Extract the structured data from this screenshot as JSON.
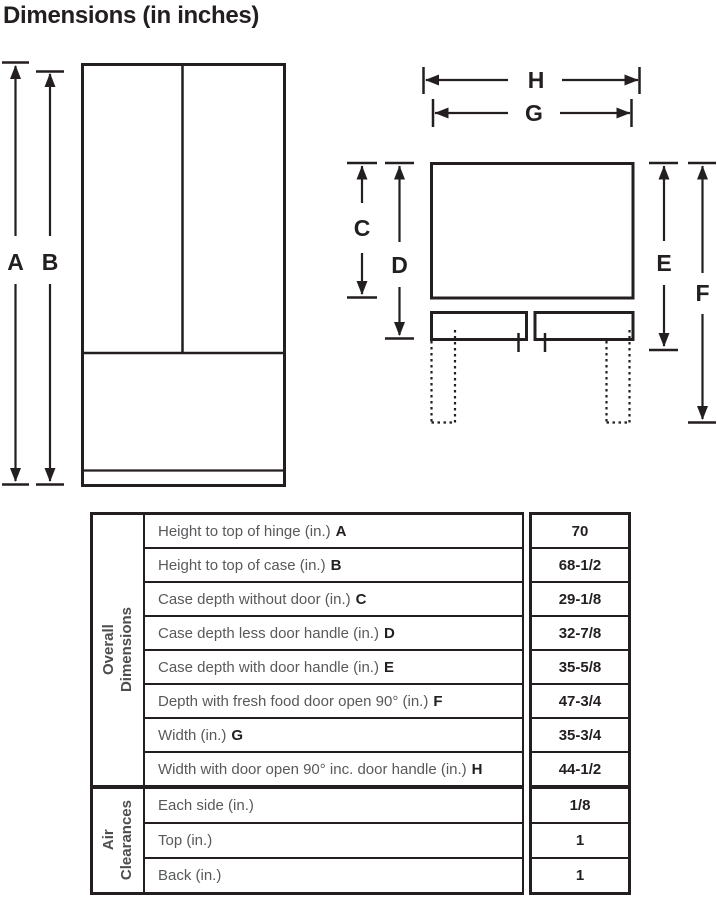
{
  "title": "Dimensions (in inches)",
  "diagram": {
    "front_view": {
      "label_a": "A",
      "label_b": "B"
    },
    "top_view": {
      "label_c": "C",
      "label_d": "D",
      "label_e": "E",
      "label_f": "F",
      "label_g": "G",
      "label_h": "H"
    }
  },
  "table": {
    "sections": [
      {
        "header": "Overall\nDimensions",
        "rows": [
          {
            "label": "Height to top of hinge (in.)",
            "letter": "A",
            "value": "70"
          },
          {
            "label": "Height to top of case (in.)",
            "letter": "B",
            "value": "68-1/2"
          },
          {
            "label": "Case depth without door (in.)",
            "letter": "C",
            "value": "29-1/8"
          },
          {
            "label": "Case depth less door handle (in.)",
            "letter": "D",
            "value": "32-7/8"
          },
          {
            "label": "Case depth with door handle (in.)",
            "letter": "E",
            "value": "35-5/8"
          },
          {
            "label": "Depth with fresh food door open 90° (in.)",
            "letter": "F",
            "value": "47-3/4"
          },
          {
            "label": "Width (in.)",
            "letter": "G",
            "value": "35-3/4"
          },
          {
            "label": "Width with door open 90° inc. door handle (in.)",
            "letter": "H",
            "value": "44-1/2"
          }
        ]
      },
      {
        "header": "Air\nClearances",
        "rows": [
          {
            "label": "Each side (in.)",
            "value": "1/8"
          },
          {
            "label": "Top (in.)",
            "value": "1"
          },
          {
            "label": "Back (in.)",
            "value": "1"
          }
        ]
      }
    ]
  },
  "colors": {
    "ink": "#231f20",
    "label_text": "#58595b"
  }
}
